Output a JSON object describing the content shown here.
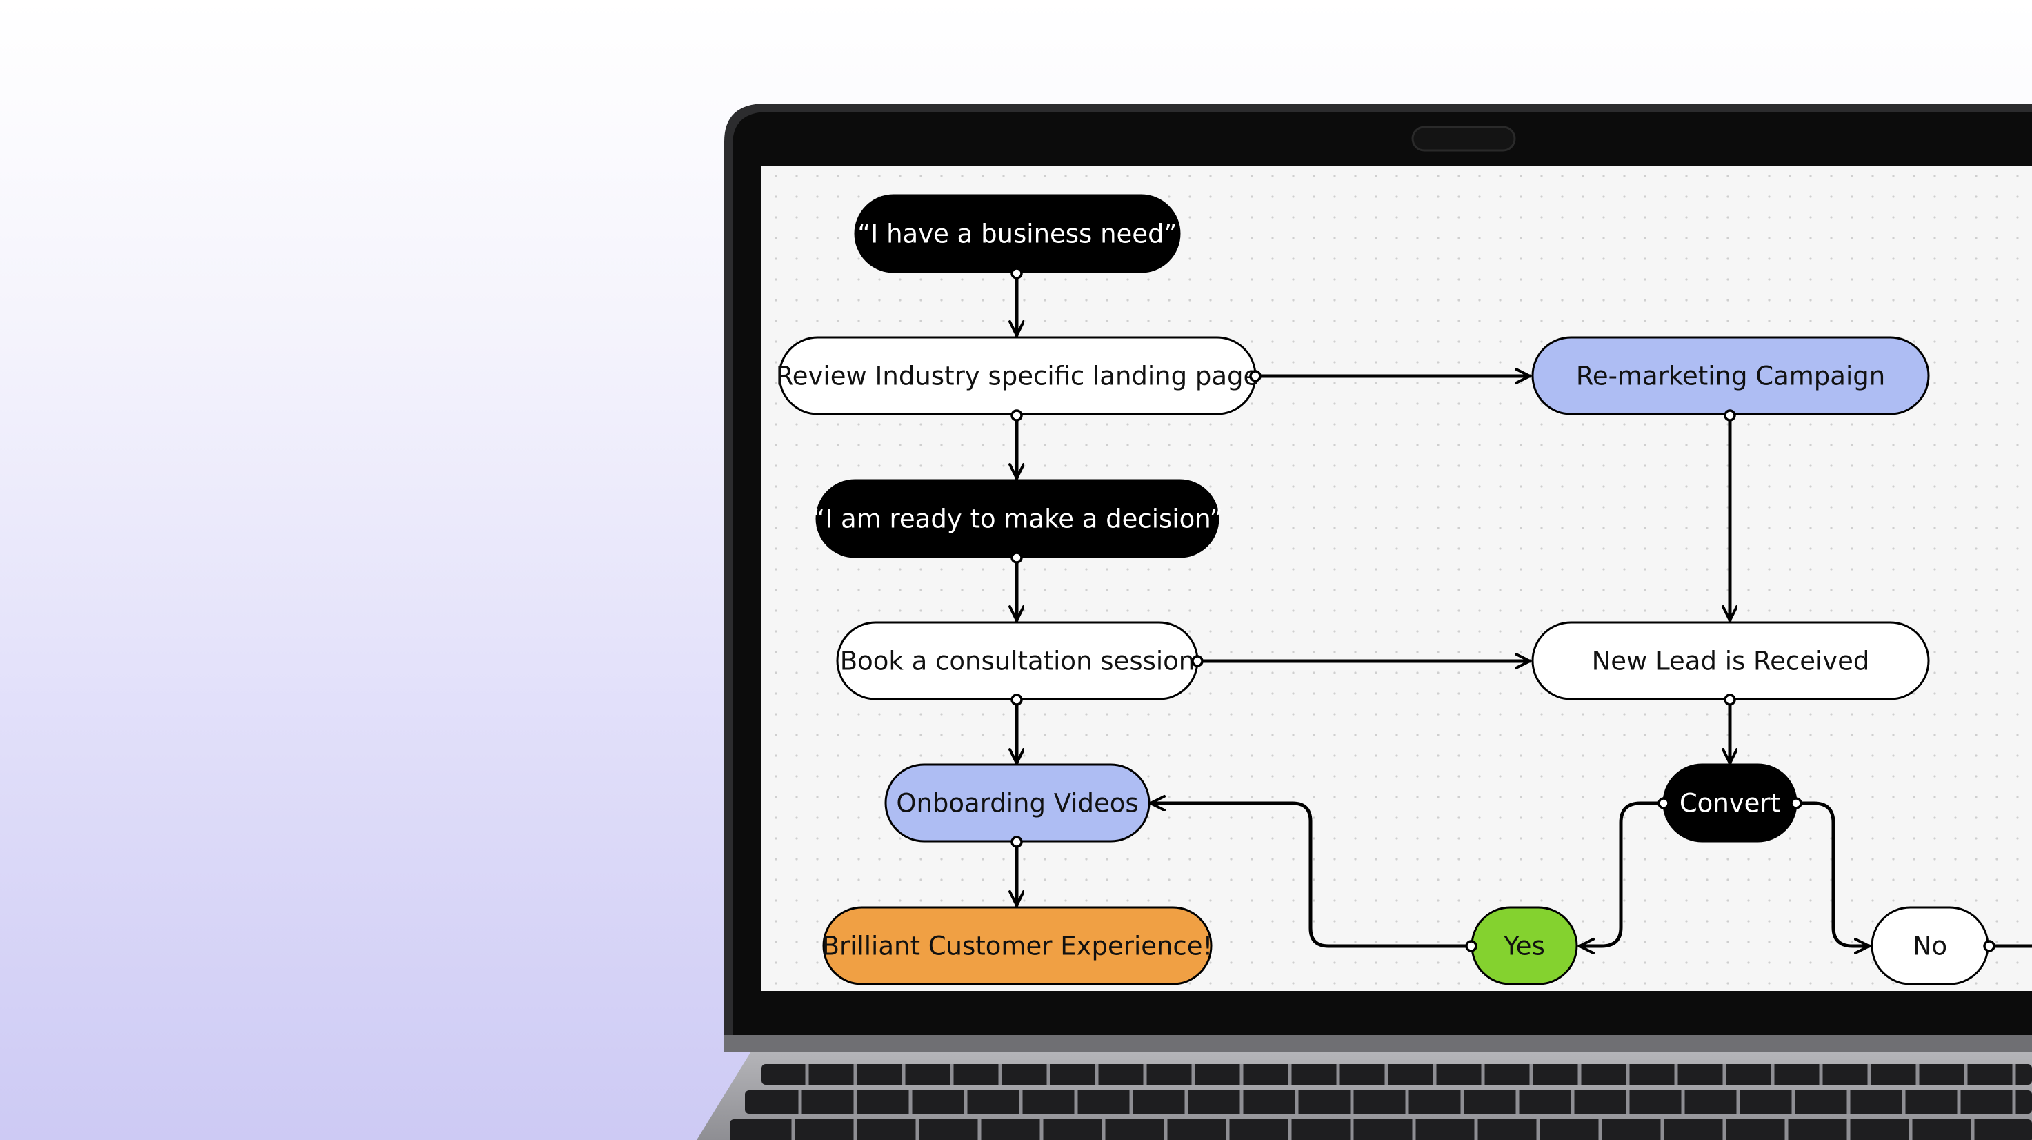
{
  "diagram": {
    "nodes": {
      "business_need": {
        "label": "“I have a business need”",
        "fill": "#000000",
        "text": "#ffffff"
      },
      "review_landing": {
        "label": "Review Industry specific landing page",
        "fill": "#ffffff",
        "text": "#111111"
      },
      "remarketing": {
        "label": "Re-marketing Campaign",
        "fill": "#aebdf3",
        "text": "#111111"
      },
      "ready_decision": {
        "label": "“I am ready to make a decision”",
        "fill": "#000000",
        "text": "#ffffff"
      },
      "book_consultation": {
        "label": "Book a consultation session",
        "fill": "#ffffff",
        "text": "#111111"
      },
      "new_lead": {
        "label": "New Lead is Received",
        "fill": "#ffffff",
        "text": "#111111"
      },
      "onboarding": {
        "label": "Onboarding Videos",
        "fill": "#aebdf3",
        "text": "#111111"
      },
      "convert": {
        "label": "Convert",
        "fill": "#000000",
        "text": "#ffffff"
      },
      "brilliant": {
        "label": "Brilliant Customer Experience!",
        "fill": "#f0a044",
        "text": "#111111"
      },
      "yes": {
        "label": "Yes",
        "fill": "#84d22f",
        "text": "#111111"
      },
      "no": {
        "label": "No",
        "fill": "#ffffff",
        "text": "#111111"
      }
    },
    "edges": [
      {
        "from": "business_need",
        "to": "review_landing"
      },
      {
        "from": "review_landing",
        "to": "remarketing"
      },
      {
        "from": "review_landing",
        "to": "ready_decision"
      },
      {
        "from": "remarketing",
        "to": "new_lead"
      },
      {
        "from": "ready_decision",
        "to": "book_consultation"
      },
      {
        "from": "book_consultation",
        "to": "new_lead"
      },
      {
        "from": "book_consultation",
        "to": "onboarding"
      },
      {
        "from": "new_lead",
        "to": "convert"
      },
      {
        "from": "onboarding",
        "to": "brilliant"
      },
      {
        "from": "convert",
        "to": "yes"
      },
      {
        "from": "convert",
        "to": "no"
      },
      {
        "from": "yes",
        "to": "onboarding"
      }
    ]
  },
  "colors": {
    "screen_background": "#f6f6f6",
    "laptop_bezel": "#0c0c0c",
    "laptop_body": "#a8a8ac"
  }
}
